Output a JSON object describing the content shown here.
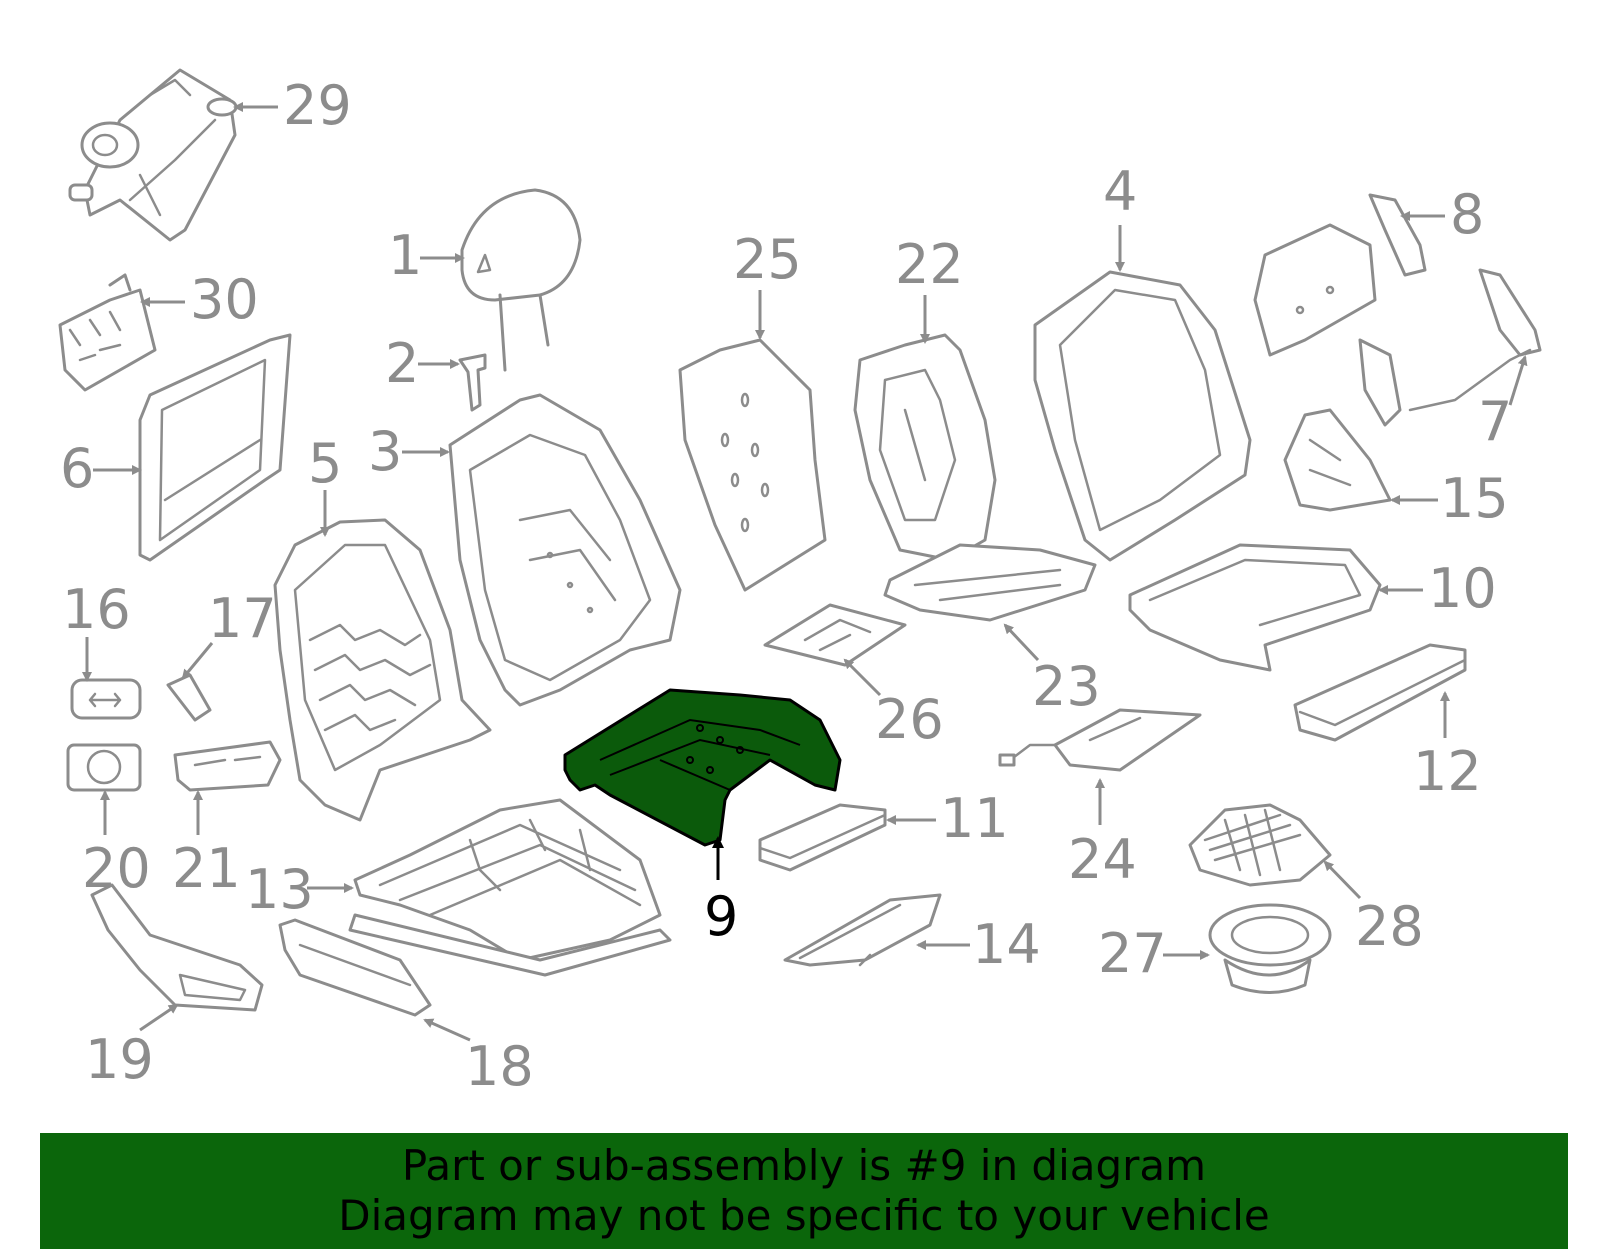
{
  "diagram": {
    "highlight_color": "#0b5a0b",
    "line_color": "#8c8c8c",
    "highlighted_part": "9",
    "callouts": [
      "1",
      "2",
      "3",
      "4",
      "5",
      "6",
      "7",
      "8",
      "9",
      "10",
      "11",
      "12",
      "13",
      "14",
      "15",
      "16",
      "17",
      "18",
      "19",
      "20",
      "21",
      "22",
      "23",
      "24",
      "25",
      "26",
      "27",
      "28",
      "29",
      "30"
    ]
  },
  "banner": {
    "line1": "Part or sub-assembly is #9 in diagram",
    "line2": "Diagram may not be specific to your vehicle",
    "background": "#0b660b"
  }
}
